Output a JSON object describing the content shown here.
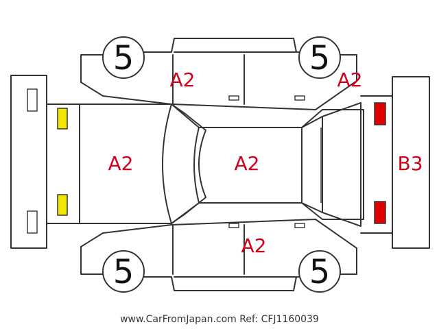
{
  "colors": {
    "outline": "#333333",
    "damage_text": "#d0021b",
    "yellow_light": "#f2e600",
    "red_light": "#e00000"
  },
  "tire_grades": {
    "front_left": "5",
    "front_right": "5",
    "rear_left": "5",
    "rear_right": "5"
  },
  "damage_codes": {
    "hood": "A2",
    "roof": "A2",
    "top_left_door": "A2",
    "top_right_quarter": "A2",
    "bottom_rear_door": "A2",
    "rear_bumper": "B3"
  },
  "footer": {
    "text": "www.CarFromJapan.com Ref: CFJ1160039"
  }
}
